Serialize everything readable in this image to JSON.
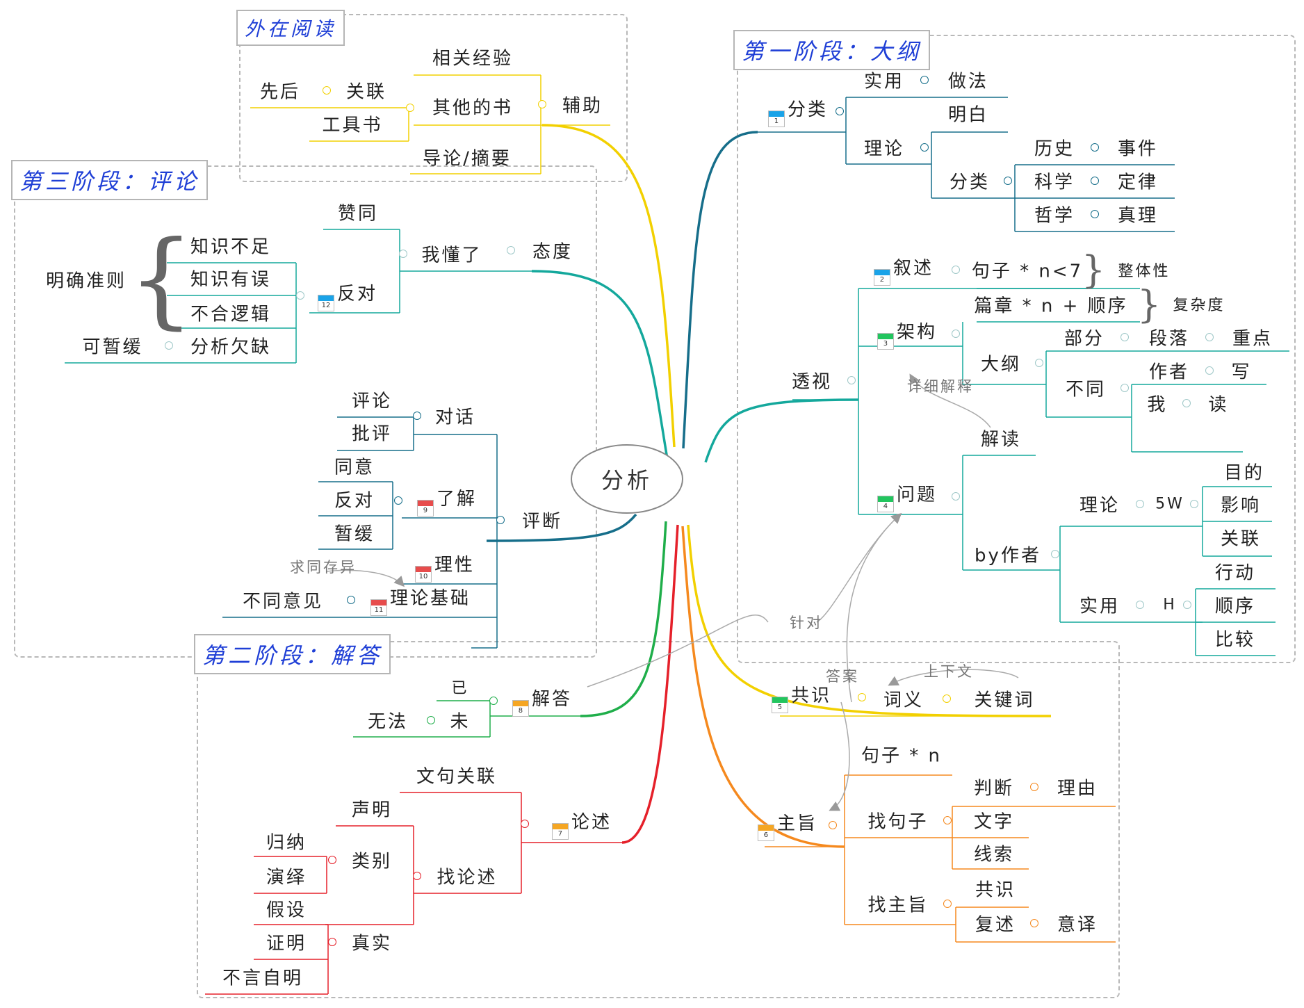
{
  "center": "分析",
  "stages": {
    "outer": "外在阅读",
    "s1": "第一阶段：大纲",
    "s2": "第二阶段：解答",
    "s3": "第三阶段：评论"
  },
  "outer": {
    "fuzhu": "辅助",
    "xiangguan": "相关经验",
    "qita": "其他的书",
    "daolun": "导论/摘要",
    "gongju": "工具书",
    "guanlian": "关联",
    "xianhou": "先后"
  },
  "s1": {
    "fenlei": "分类",
    "shiyong": "实用",
    "zuofa": "做法",
    "lilun": "理论",
    "mingbai": "明白",
    "fenlei2": "分类",
    "lishi": "历史",
    "shijian": "事件",
    "kexue": "科学",
    "dinglv": "定律",
    "zhexue": "哲学",
    "zhenli": "真理",
    "toushi": "透视",
    "xushu": "叙述",
    "juzi": "句子 * n<7",
    "zhengti": "整体性",
    "jiagou": "架构",
    "pianzhang": "篇章 * n + 顺序",
    "fuza": "复杂度",
    "dagang": "大纲",
    "bufen": "部分",
    "duanluo": "段落",
    "zhongdian": "重点",
    "butong": "不同",
    "zuozhe": "作者",
    "xie": "写",
    "wo": "我",
    "du": "读",
    "xiangxi": "详细解释",
    "jiedu": "解读",
    "wenti": "问题",
    "byzuozhe": "by作者",
    "lilun2": "理论",
    "fivew": "5W",
    "mude": "目的",
    "yingxiang": "影响",
    "guanlian2": "关联",
    "shiyong2": "实用",
    "h": "H",
    "xingdong": "行动",
    "shunxu": "顺序",
    "bijiao": "比较"
  },
  "s2": {
    "gongshi": "共识",
    "ciyi": "词义",
    "guanjianci": "关键词",
    "shangxiawen": "上下文",
    "daan": "答案",
    "zhuzhi": "主旨",
    "juzin": "句子 * n",
    "zhaojuzi": "找句子",
    "panduan": "判断",
    "liyou": "理由",
    "wenzi": "文字",
    "xiansuo": "线索",
    "zhaozhuzhi": "找主旨",
    "gongshi2": "共识",
    "fushu": "复述",
    "yiyi": "意译",
    "lunshu": "论述",
    "wenjuguanlian": "文句关联",
    "zhaolunshu": "找论述",
    "shengming": "声明",
    "leibie": "类别",
    "guina": "归纳",
    "yanyi": "演绎",
    "zhenshi": "真实",
    "jiashe": "假设",
    "zhengming": "证明",
    "buyan": "不言自明",
    "jieda": "解答",
    "yi": "已",
    "wei": "未",
    "wufa": "无法",
    "zhendui": "针对"
  },
  "s3": {
    "taidu": "态度",
    "wodongle": "我懂了",
    "zantong": "赞同",
    "fandui": "反对",
    "zhishibuzu": "知识不足",
    "zhishiyouwu": "知识有误",
    "buheluoji": "不合逻辑",
    "mingque": "明确准则",
    "fenxi": "分析欠缺",
    "kezhanhuan": "可暂缓",
    "pingduan": "评断",
    "duihua": "对话",
    "pinglun": "评论",
    "piping": "批评",
    "liaojie": "了解",
    "tongyi": "同意",
    "fandui2": "反对",
    "zanhuan": "暂缓",
    "lixing": "理性",
    "lilunjichu": "理论基础",
    "butongyijian": "不同意见",
    "qiutong": "求同存异"
  },
  "badges": {
    "b1": "1",
    "b2": "2",
    "b3": "3",
    "b4": "4",
    "b5": "5",
    "b6": "6",
    "b7": "7",
    "b8": "8",
    "b9": "9",
    "b10": "10",
    "b11": "11",
    "b12": "12"
  },
  "colors": {
    "blue_badge": "#1aa3e8",
    "green_badge": "#22c55e",
    "orange_badge": "#f5a623",
    "red_badge": "#e74c4c",
    "stage_text": "#1f3fd6"
  }
}
